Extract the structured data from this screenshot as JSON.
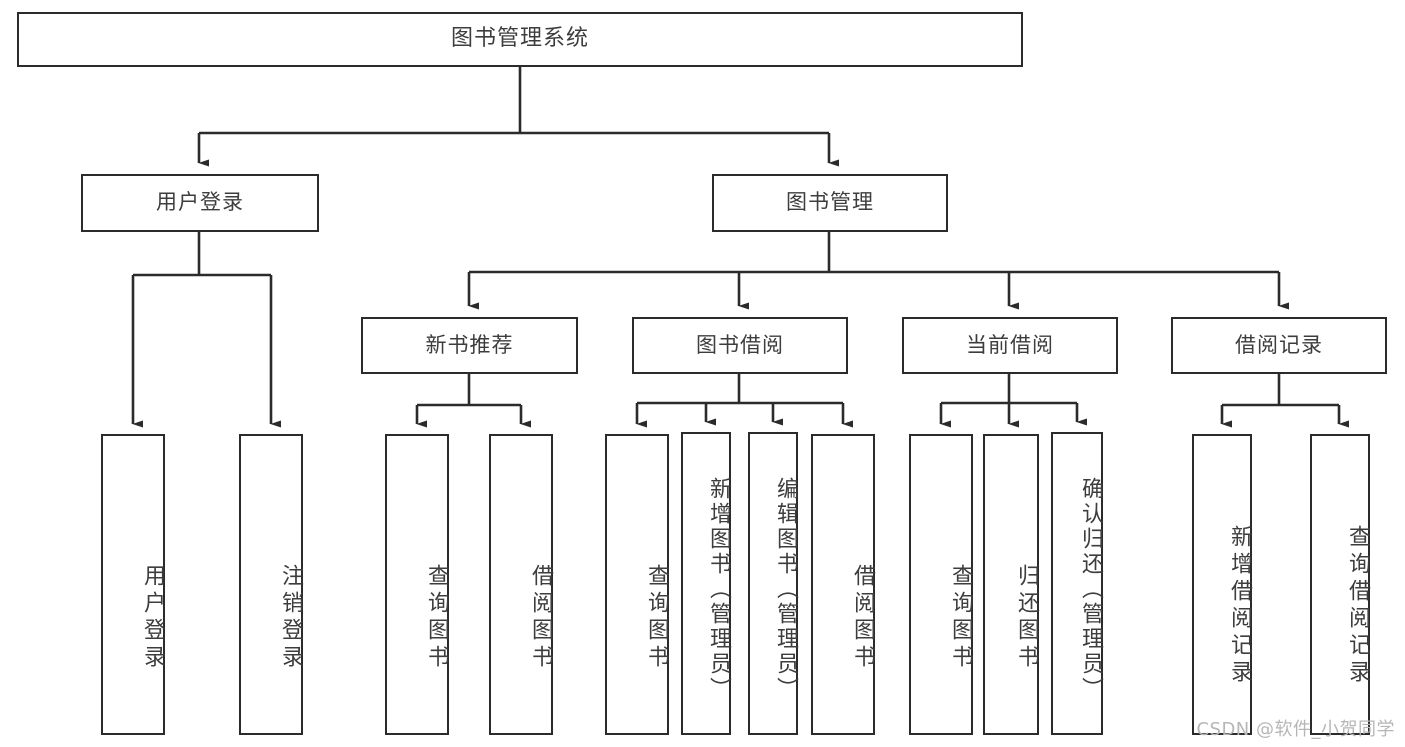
{
  "diagram": {
    "title": "图书管理系统",
    "type": "tree",
    "watermark": "CSDN @软件_小贺同学",
    "colors": {
      "stroke": "#2b2b2b",
      "text": "#3d3d3d",
      "background": "#ffffff",
      "watermark": "#b6b6b6"
    },
    "nodes": {
      "root": "图书管理系统",
      "level2": {
        "user_login": "用户登录",
        "book_manage": "图书管理"
      },
      "level3": {
        "new_book_recommend": "新书推荐",
        "book_borrow": "图书借阅",
        "current_borrow": "当前借阅",
        "borrow_record": "借阅记录"
      },
      "leaves": {
        "user_login_1": "用户登录",
        "user_login_2": "注销登录",
        "recommend_1": "查询图书",
        "recommend_2": "借阅图书",
        "borrow_1": "查询图书",
        "borrow_2": "新增图书（管理员）",
        "borrow_3": "编辑图书（管理员）",
        "borrow_4": "借阅图书",
        "current_1": "查询图书",
        "current_2": "归还图书",
        "current_3": "确认归还（管理员）",
        "record_1": "新增借阅记录",
        "record_2": "查询借阅记录"
      }
    }
  }
}
